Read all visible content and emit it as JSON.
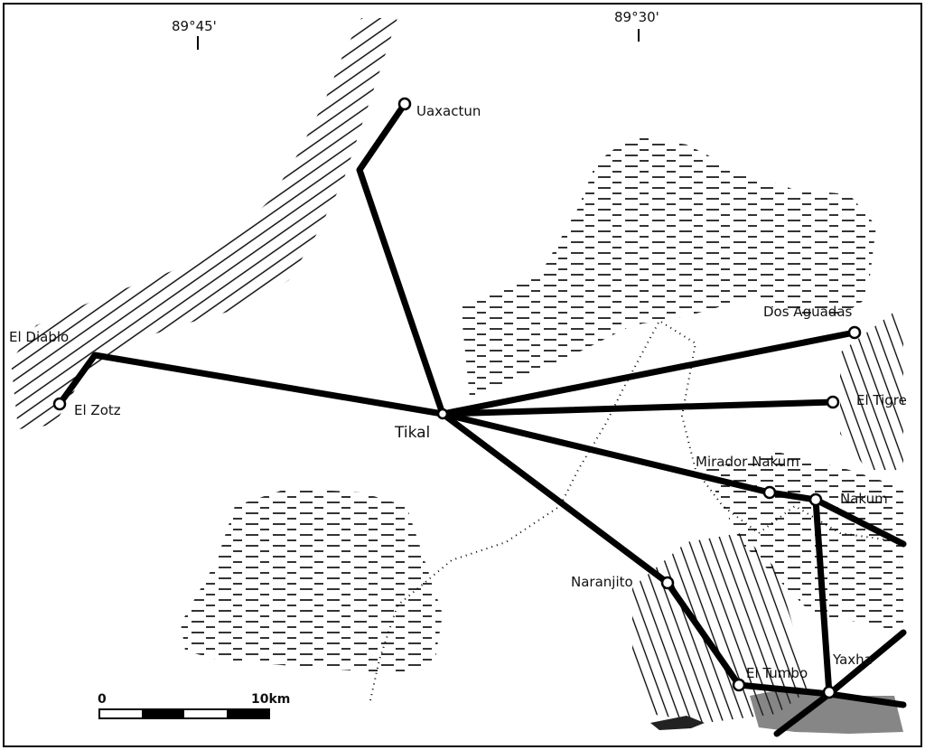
{
  "coordinates": {
    "lon_left": "89°45'",
    "lon_right": "89°30'"
  },
  "center_site": "Tikal",
  "sites": {
    "uaxactun": "Uaxactun",
    "el_diablo": "El Diablo",
    "el_zotz": "El Zotz",
    "dos_aguadas": "Dos Aguadas",
    "el_tigre": "El Tigre",
    "mirador_nakum": "Mirador Nakum",
    "nakum": "Nakum",
    "naranjito": "Naranjito",
    "el_tumbo": "El Tumbo",
    "yaxha": "Yaxha"
  },
  "scale_bar": {
    "start_label": "0",
    "end_label": "10km"
  }
}
